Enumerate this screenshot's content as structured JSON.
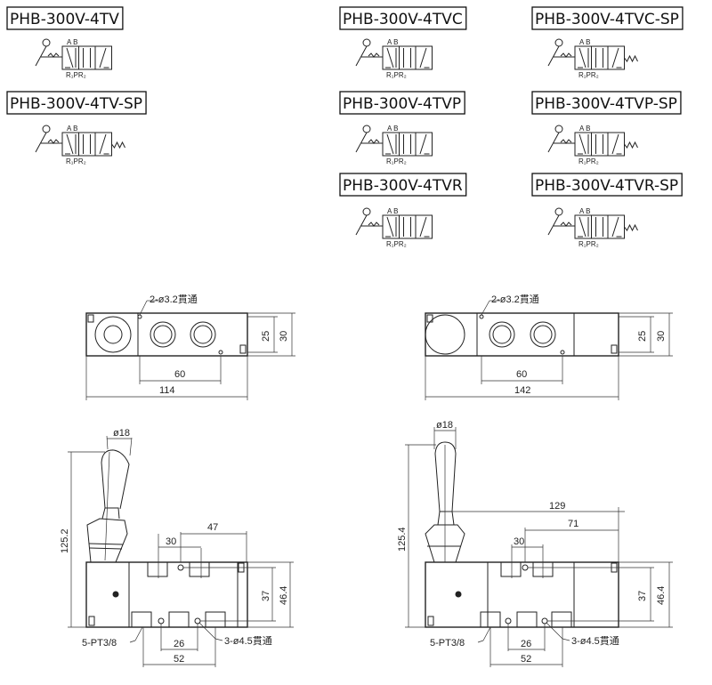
{
  "models": [
    {
      "id": "4tv",
      "title": "PHB-300V-4TV",
      "spring": false
    },
    {
      "id": "4tv-sp",
      "title": "PHB-300V-4TV-SP",
      "spring": true
    },
    {
      "id": "4tvc",
      "title": "PHB-300V-4TVC",
      "spring": false
    },
    {
      "id": "4tvc-sp",
      "title": "PHB-300V-4TVC-SP",
      "spring": true
    },
    {
      "id": "4tvp",
      "title": "PHB-300V-4TVP",
      "spring": false
    },
    {
      "id": "4tvp-sp",
      "title": "PHB-300V-4TVP-SP",
      "spring": true
    },
    {
      "id": "4tvr",
      "title": "PHB-300V-4TVR",
      "spring": false
    },
    {
      "id": "4tvr-sp",
      "title": "PHB-300V-4TVR-SP",
      "spring": true
    }
  ],
  "port_labels": {
    "top": "A B",
    "bottom": "R₁PR₂"
  },
  "top_view_left": {
    "holes": "2-ø3.2貫通",
    "pitch": "60",
    "length": "114",
    "h1": "25",
    "h2": "30"
  },
  "top_view_right": {
    "holes": "2-ø3.2貫通",
    "pitch": "60",
    "length": "142",
    "h1": "25",
    "h2": "30"
  },
  "front_view_left": {
    "knob": "ø18",
    "height": "125.2",
    "port_pitch": "30",
    "offset": "47",
    "h1": "37",
    "h2": "46.4",
    "ports": "5-PT3/8",
    "holes": "3-ø4.5貫通",
    "p1": "26",
    "p2": "52"
  },
  "front_view_right": {
    "knob": "ø18",
    "height": "125.4",
    "overall": "129",
    "port_pitch": "30",
    "offset": "71",
    "h1": "37",
    "h2": "46.4",
    "ports": "5-PT3/8",
    "holes": "3-ø4.5貫通",
    "p1": "26",
    "p2": "52"
  }
}
